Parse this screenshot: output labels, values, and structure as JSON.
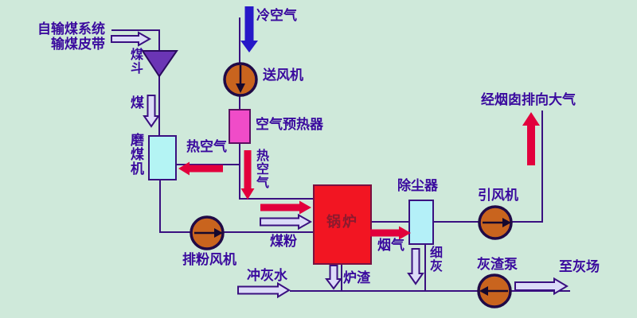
{
  "diagram_title": "coal-fired-plant-flow-diagram",
  "colors": {
    "background": "#cfe9da",
    "text": "#3a0a9e",
    "line": "#3a1080",
    "red_arrow": "#e2003c",
    "blue_arrow": "#2618c8",
    "hollow_arrow_fill": "#dcdcf8",
    "boiler_fill": "#f21522",
    "boiler_label_color": "#8c1a2e",
    "preheater_fill": "#f04cc8",
    "equipment_cyan": "#b4f4f4",
    "fan_fill": "#c9641e",
    "fan_border": "#200a46",
    "hopper_fill": "#6b35b5"
  },
  "labels": {
    "source_line1": "自输煤系统",
    "source_line2": "输煤皮带",
    "hopper": "煤斗",
    "coal": "煤",
    "mill": "磨煤机",
    "cold_air": "冷空气",
    "fd_fan": "送风机",
    "preheater": "空气预热器",
    "hot_air_to_mill": "热空气",
    "hot_air_down": "热空气",
    "boiler": "锅炉",
    "coal_powder": "煤粉",
    "pf_fan": "排粉风机",
    "flue_gas": "烟气",
    "dust_collector": "除尘器",
    "id_fan": "引风机",
    "to_atmosphere": "经烟囱排向大气",
    "fine_ash": "细灰",
    "ash_pump": "灰渣泵",
    "to_ash_yard": "至灰场",
    "flush_water": "冲灰水",
    "slag": "炉渣"
  }
}
